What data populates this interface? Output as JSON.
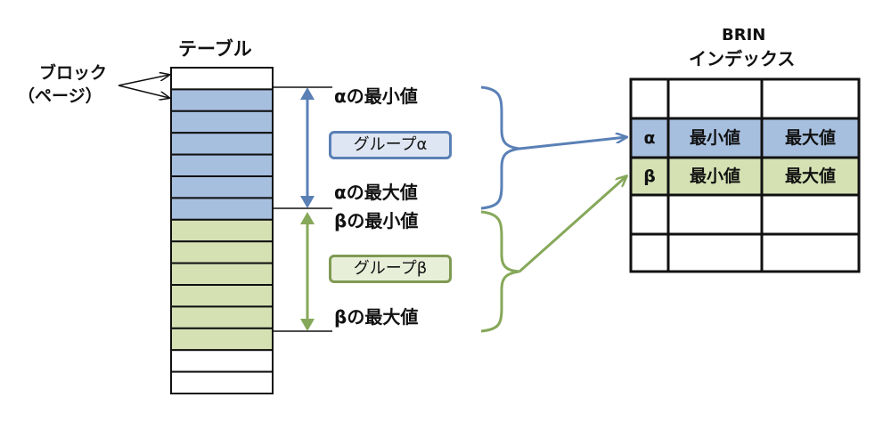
{
  "table": {
    "title": "テーブル"
  },
  "block_label": {
    "line1": "ブロック",
    "line2": "（ページ）"
  },
  "group_alpha": {
    "min_label": "αの最小値",
    "max_label": "αの最大値",
    "tag": "グループα",
    "color": "#5a80b6",
    "fill": "#a7bfdf",
    "block_count": 6
  },
  "group_beta": {
    "min_label": "βの最小値",
    "max_label": "βの最大値",
    "tag": "グループβ",
    "color": "#86a85a",
    "fill": "#d5e1b3",
    "block_count": 6
  },
  "table_blocks_total": 15,
  "brin": {
    "title_line1": "BRIN",
    "title_line2": "インデックス",
    "rows": [
      {
        "key": "",
        "min": "",
        "max": ""
      },
      {
        "key": "α",
        "min": "最小値",
        "max": "最大値"
      },
      {
        "key": "β",
        "min": "最小値",
        "max": "最大値"
      },
      {
        "key": "",
        "min": "",
        "max": ""
      },
      {
        "key": "",
        "min": "",
        "max": ""
      }
    ]
  }
}
